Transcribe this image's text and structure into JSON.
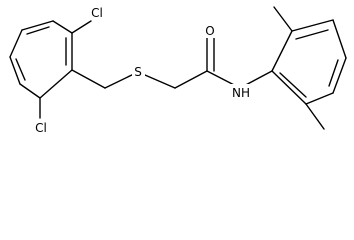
{
  "structure": {
    "atoms": {
      "cl_top": "Cl",
      "cl_bottom": "Cl",
      "sulfur": "S",
      "oxygen": "O",
      "amide_nh": "NH"
    }
  }
}
